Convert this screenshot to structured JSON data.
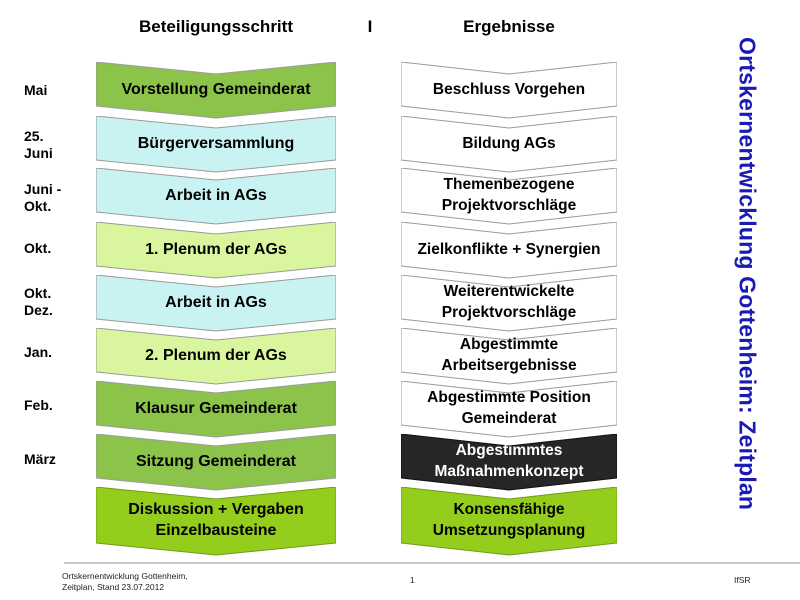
{
  "header": {
    "left": "Beteiligungsschritt",
    "separator": "I",
    "right": "Ergebnisse"
  },
  "title": "Ortskernentwicklung Gottenheim: Zeitplan",
  "dates": [
    "Mai",
    "25.\nJuni",
    "Juni  -\nOkt.",
    "Okt.",
    "Okt.\nDez.",
    "Jan.",
    "Feb.",
    "März"
  ],
  "steps": [
    "Vorstellung Gemeinderat",
    "Bürgerversammlung",
    "Arbeit in AGs",
    "1. Plenum der AGs",
    "Arbeit in AGs",
    "2. Plenum der AGs",
    "Klausur Gemeinderat",
    "Sitzung Gemeinderat",
    "Diskussion + Vergaben\nEinzelbausteine"
  ],
  "results": [
    "Beschluss  Vorgehen",
    "Bildung AGs",
    "Themenbezogene\nProjektvorschläge",
    "Zielkonflikte + Synergien",
    "Weiterentwickelte\nProjektvorschläge",
    "Abgestimmte\nArbeitsergebnisse",
    "Abgestimmte Position\nGemeinderat",
    "Abgestimmtes\nMaßnahmenkonzept",
    "Konsensfähige\nUmsetzungsplanung"
  ],
  "colors": {
    "dark_green": "#8cc44b",
    "light_blue": "#c9f3f2",
    "light_green": "#d9f59d",
    "bright_green": "#94cd1c",
    "white": "#ffffff",
    "black": "#262626",
    "outline": "#9a9a9a",
    "title_blue": "#1a1ab4"
  },
  "footer": {
    "left": "Ortskernentwicklung Gottenheim,\nZeitplan, Stand 23.07.2012",
    "page": "1",
    "right": "IfSR"
  }
}
